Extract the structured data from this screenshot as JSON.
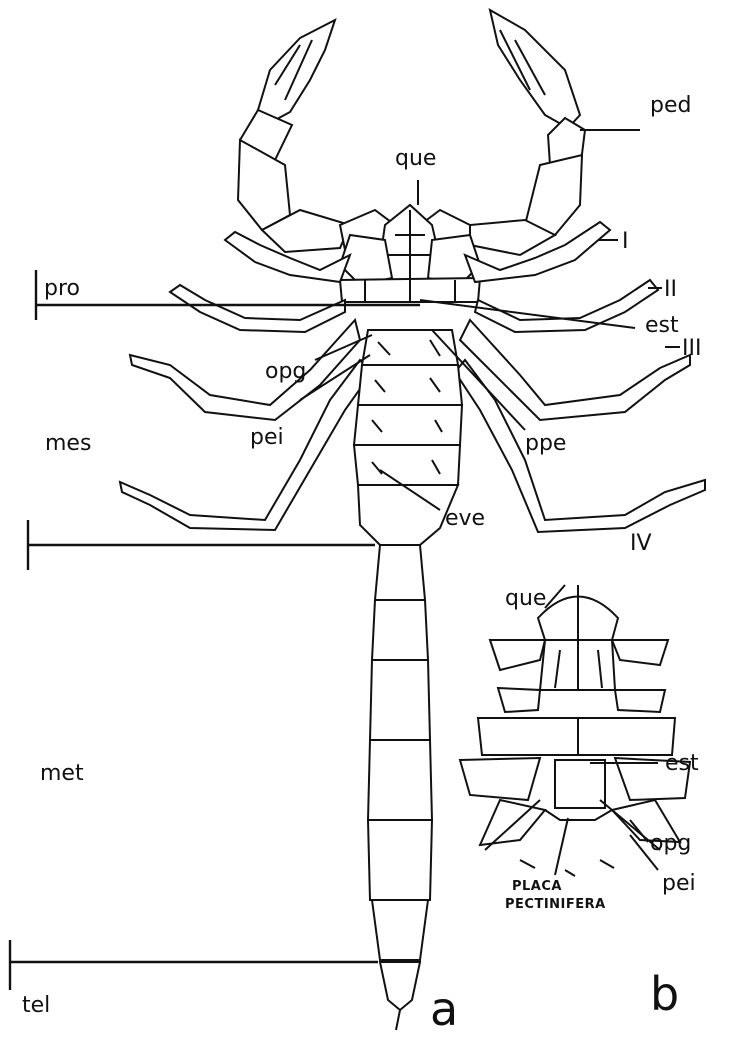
{
  "figure_a": {
    "panel_letter": "a",
    "labels": {
      "ped": "ped",
      "que": "que",
      "leg_I": "I",
      "leg_II": "II",
      "leg_III": "III",
      "leg_IV": "IV",
      "est": "est",
      "opg": "opg",
      "pei": "pei",
      "ppe": "ppe",
      "eve": "eve"
    },
    "regions": {
      "pro": "pro",
      "mes": "mes",
      "met": "met",
      "tel": "tel"
    }
  },
  "figure_b": {
    "panel_letter": "b",
    "labels": {
      "que": "que",
      "est": "est",
      "opg": "opg",
      "pei": "pei",
      "placa_line1": "PLACA",
      "placa_line2": "PECTINIFERA"
    }
  }
}
